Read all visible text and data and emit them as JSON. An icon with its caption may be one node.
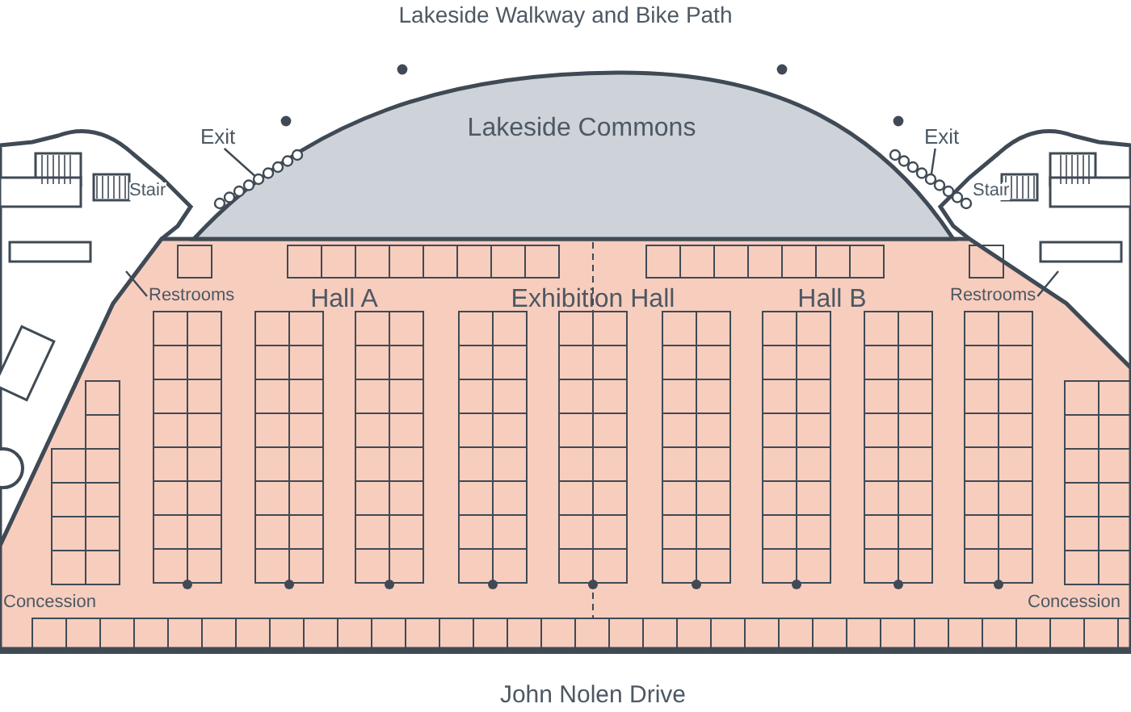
{
  "diagram": {
    "nodes": [
      {
        "text": [
          "Lakeside Commons"
        ]
      },
      {
        "text": [
          "Hall A",
          "Exhibition Hall",
          "Hall B"
        ]
      },
      {
        "text": [
          "Exit"
        ]
      },
      {
        "text": [
          "Exit"
        ]
      },
      {
        "text": [
          "Restrooms"
        ],
        "in": 1
      },
      {
        "text": [
          "Restrooms"
        ],
        "in": 1
      },
      {
        "text": [],
        "shape": "picture"
      },
      {
        "text": [],
        "shape": "picture"
      }
    ],
    "edges": [
      {
        "from": 2,
        "to": 6,
        "arrow": "none"
      },
      {
        "from": 3,
        "to": 7,
        "arrow": "none"
      },
      {
        "from": 4,
        "to": null,
        "arrow": "none"
      },
      {
        "from": 5,
        "to": null,
        "arrow": "none"
      }
    ],
    "labels": [
      "Lakeside Walkway and Bike Path",
      "Stair",
      "Stair",
      "Concession",
      "Concession",
      "John Nolen Drive"
    ]
  }
}
